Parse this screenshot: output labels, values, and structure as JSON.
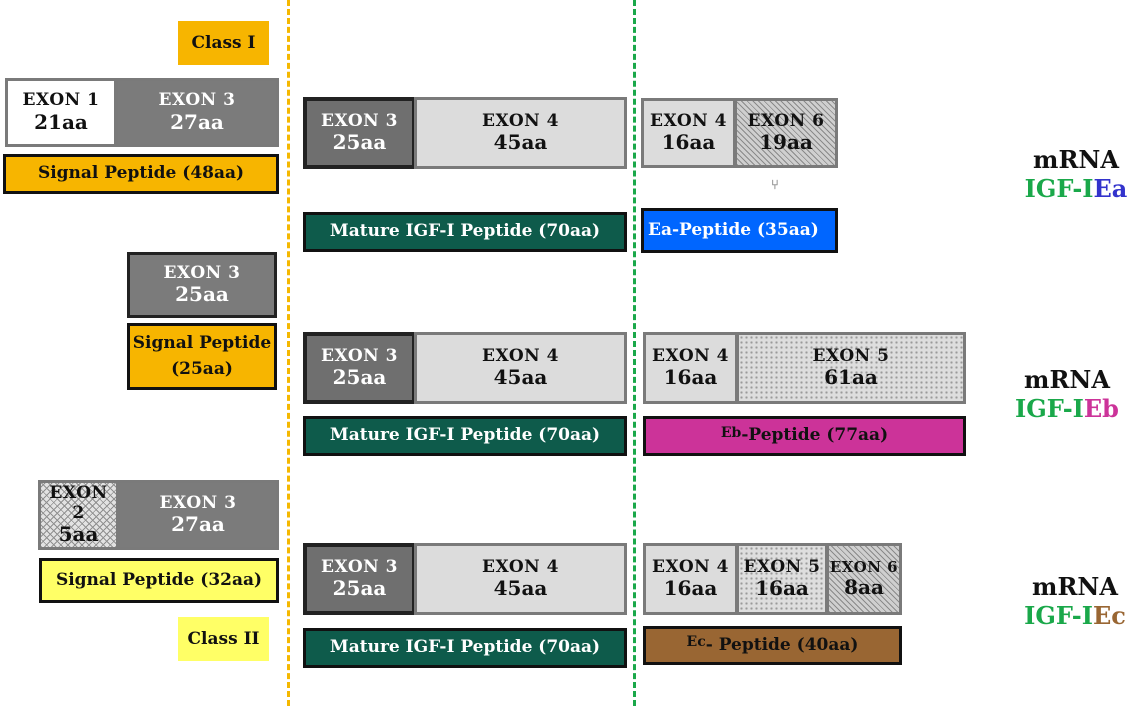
{
  "class_labels": {
    "class1": "Class I",
    "class2": "Class II"
  },
  "colors": {
    "yellow_line": "#f5b800",
    "green_line": "#1aa84a",
    "signal_orange": "#f7b500",
    "signal_yellow": "#ffff66",
    "mature_green": "#0e5b4b",
    "ea_blue": "#0066ff",
    "eb_magenta": "#cc3399",
    "ec_brown": "#996633",
    "igf_green": "#1aa84a",
    "ea_letters": "#3333cc",
    "eb_letters": "#cc3399",
    "ec_letters": "#996633"
  },
  "class1_signal": {
    "exon1": {
      "name": "EXON 1",
      "aa": "21aa"
    },
    "exon3": {
      "name": "EXON 3",
      "aa": "27aa"
    },
    "signal": "Signal Peptide (48aa)"
  },
  "exon3_signal": {
    "exon3": {
      "name": "EXON 3",
      "aa": "25aa"
    },
    "signal_line1": "Signal Peptide",
    "signal_line2": "(25aa)"
  },
  "class2_signal": {
    "exon2": {
      "name": "EXON 2",
      "aa": "5aa"
    },
    "exon3": {
      "name": "EXON 3",
      "aa": "27aa"
    },
    "signal": "Signal Peptide (32aa)"
  },
  "mature_rows": [
    {
      "exon3": {
        "name": "EXON 3",
        "aa": "25aa"
      },
      "exon4": {
        "name": "EXON 4",
        "aa": "45aa"
      },
      "peptide": "Mature IGF-I Peptide (70aa)"
    },
    {
      "exon3": {
        "name": "EXON 3",
        "aa": "25aa"
      },
      "exon4": {
        "name": "EXON 4",
        "aa": "45aa"
      },
      "peptide": "Mature IGF-I Peptide (70aa)"
    },
    {
      "exon3": {
        "name": "EXON 3",
        "aa": "25aa"
      },
      "exon4": {
        "name": "EXON 4",
        "aa": "45aa"
      },
      "peptide": "Mature IGF-I Peptide (70aa)"
    }
  ],
  "ea": {
    "exon4": {
      "name": "EXON 4",
      "aa": "16aa"
    },
    "exon6": {
      "name": "EXON 6",
      "aa": "19aa"
    },
    "peptide": "Ea-Peptide (35aa)",
    "mrna": "mRNA",
    "igf": "IGF-I",
    "suffix": "Ea"
  },
  "eb": {
    "exon4": {
      "name": "EXON 4",
      "aa": "16aa"
    },
    "exon5": {
      "name": "EXON 5",
      "aa": "61aa"
    },
    "peptide_prefix": "Eb",
    "peptide_rest": "-Peptide (77aa)",
    "mrna": "mRNA",
    "igf": "IGF-I",
    "suffix": "Eb"
  },
  "ec": {
    "exon4": {
      "name": "EXON 4",
      "aa": "16aa"
    },
    "exon5": {
      "name": "EXON 5",
      "aa": "16aa"
    },
    "exon6": {
      "name": "EXON 6",
      "aa": "8aa"
    },
    "peptide_prefix": "Ec",
    "peptide_rest": "- Peptide (40aa)",
    "mrna": "mRNA",
    "igf": "IGF-I",
    "suffix": "Ec"
  }
}
